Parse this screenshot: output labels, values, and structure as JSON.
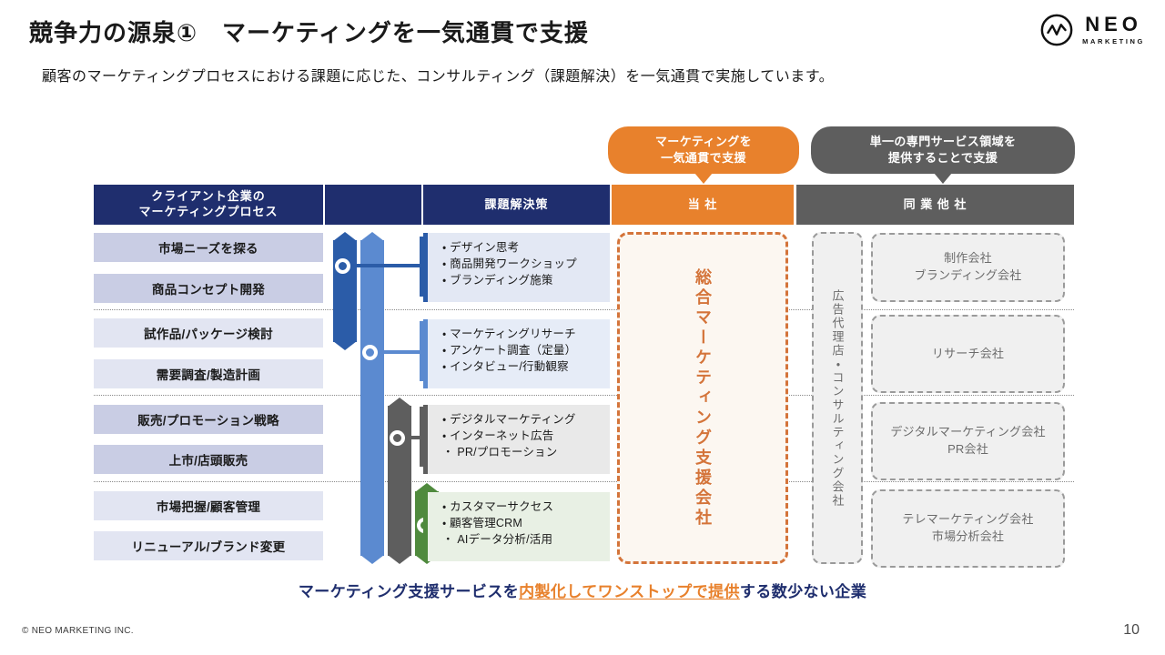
{
  "slide": {
    "title": "競争力の源泉①　マーケティングを一気通貫で支援",
    "subtitle": "顧客のマーケティングプロセスにおける課題に応じた、コンサルティング（課題解決）を一気通貫で実施しています。",
    "page_number": "10",
    "copyright": "© NEO MARKETING INC."
  },
  "logo": {
    "name": "NEO",
    "tagline": "MARKETING",
    "mark": "wave-circle-icon"
  },
  "callouts": [
    {
      "id": "ours",
      "text_line1": "マーケティングを",
      "text_line2": "一気通貫で支援",
      "color": "#E8812C"
    },
    {
      "id": "others",
      "text_line1": "単一の専門サービス領域を",
      "text_line2": "提供することで支援",
      "color": "#5E5E5E"
    }
  ],
  "headers": {
    "process_line1": "クライアント企業の",
    "process_line2": "マーケティングプロセス",
    "blank": "",
    "solution": "課題解決策",
    "ours": "当 社",
    "others": "同 業 他 社",
    "navy": "#1F2E6E",
    "orange": "#E8812C",
    "gray": "#5E5E5E"
  },
  "process_steps": [
    {
      "label": "市場ニーズを探る",
      "shade": "dark"
    },
    {
      "label": "商品コンセプト開発",
      "shade": "dark"
    },
    {
      "label": "試作品/パッケージ検討",
      "shade": "light"
    },
    {
      "label": "需要調査/製造計画",
      "shade": "light"
    },
    {
      "label": "販売/プロモーション戦略",
      "shade": "dark"
    },
    {
      "label": "上市/店頭販売",
      "shade": "dark"
    },
    {
      "label": "市場把握/顧客管理",
      "shade": "light"
    },
    {
      "label": "リニューアル/ブランド変更",
      "shade": "light"
    }
  ],
  "solutions": [
    {
      "items": [
        "・ デザイン思考",
        "・ 商品開発ワークショップ",
        "・ ブランディング施策"
      ],
      "accent": "#2B5CA8",
      "bg": "#E3E8F4"
    },
    {
      "items": [
        "・ マーケティングリサーチ",
        "・ アンケート調査（定量）",
        "・ インタビュー/行動観察"
      ],
      "accent": "#5B8AD0",
      "bg": "#E6ECF7"
    },
    {
      "items": [
        "・ デジタルマーケティング",
        "・ インターネット広告",
        "・ PR/プロモーション"
      ],
      "accent": "#5E5E5E",
      "bg": "#E9E9E9"
    },
    {
      "items": [
        "・ カスタマーサクセス",
        "・ 顧客管理CRM",
        "・ AIデータ分析/活用"
      ],
      "accent": "#4F8A3D",
      "bg": "#E8F0E4"
    }
  ],
  "bars": [
    {
      "color": "#2B5CA8",
      "name": "bar-design"
    },
    {
      "color": "#5B8AD0",
      "name": "bar-research"
    },
    {
      "color": "#5E5E5E",
      "name": "bar-digital"
    },
    {
      "color": "#4F8A3D",
      "name": "bar-crm"
    }
  ],
  "ours_column": {
    "vertical_label": "総合マーケティング支援会社",
    "border_color": "#D4743A",
    "bg": "#FCF7F1"
  },
  "others_column": {
    "vertical_label": "広告代理店・コンサルティング会社",
    "boxes": [
      {
        "line1": "制作会社",
        "line2": "ブランディング会社"
      },
      {
        "line1": "リサーチ会社",
        "line2": ""
      },
      {
        "line1": "デジタルマーケティング会社",
        "line2": "PR会社"
      },
      {
        "line1": "テレマーケティング会社",
        "line2": "市場分析会社"
      }
    ]
  },
  "caption": {
    "before": "マーケティング支援サービスを",
    "highlight": "内製化してワンストップで提供",
    "after": "する数少ない企業",
    "base_color": "#1F2E6E",
    "highlight_color": "#E8812C"
  }
}
